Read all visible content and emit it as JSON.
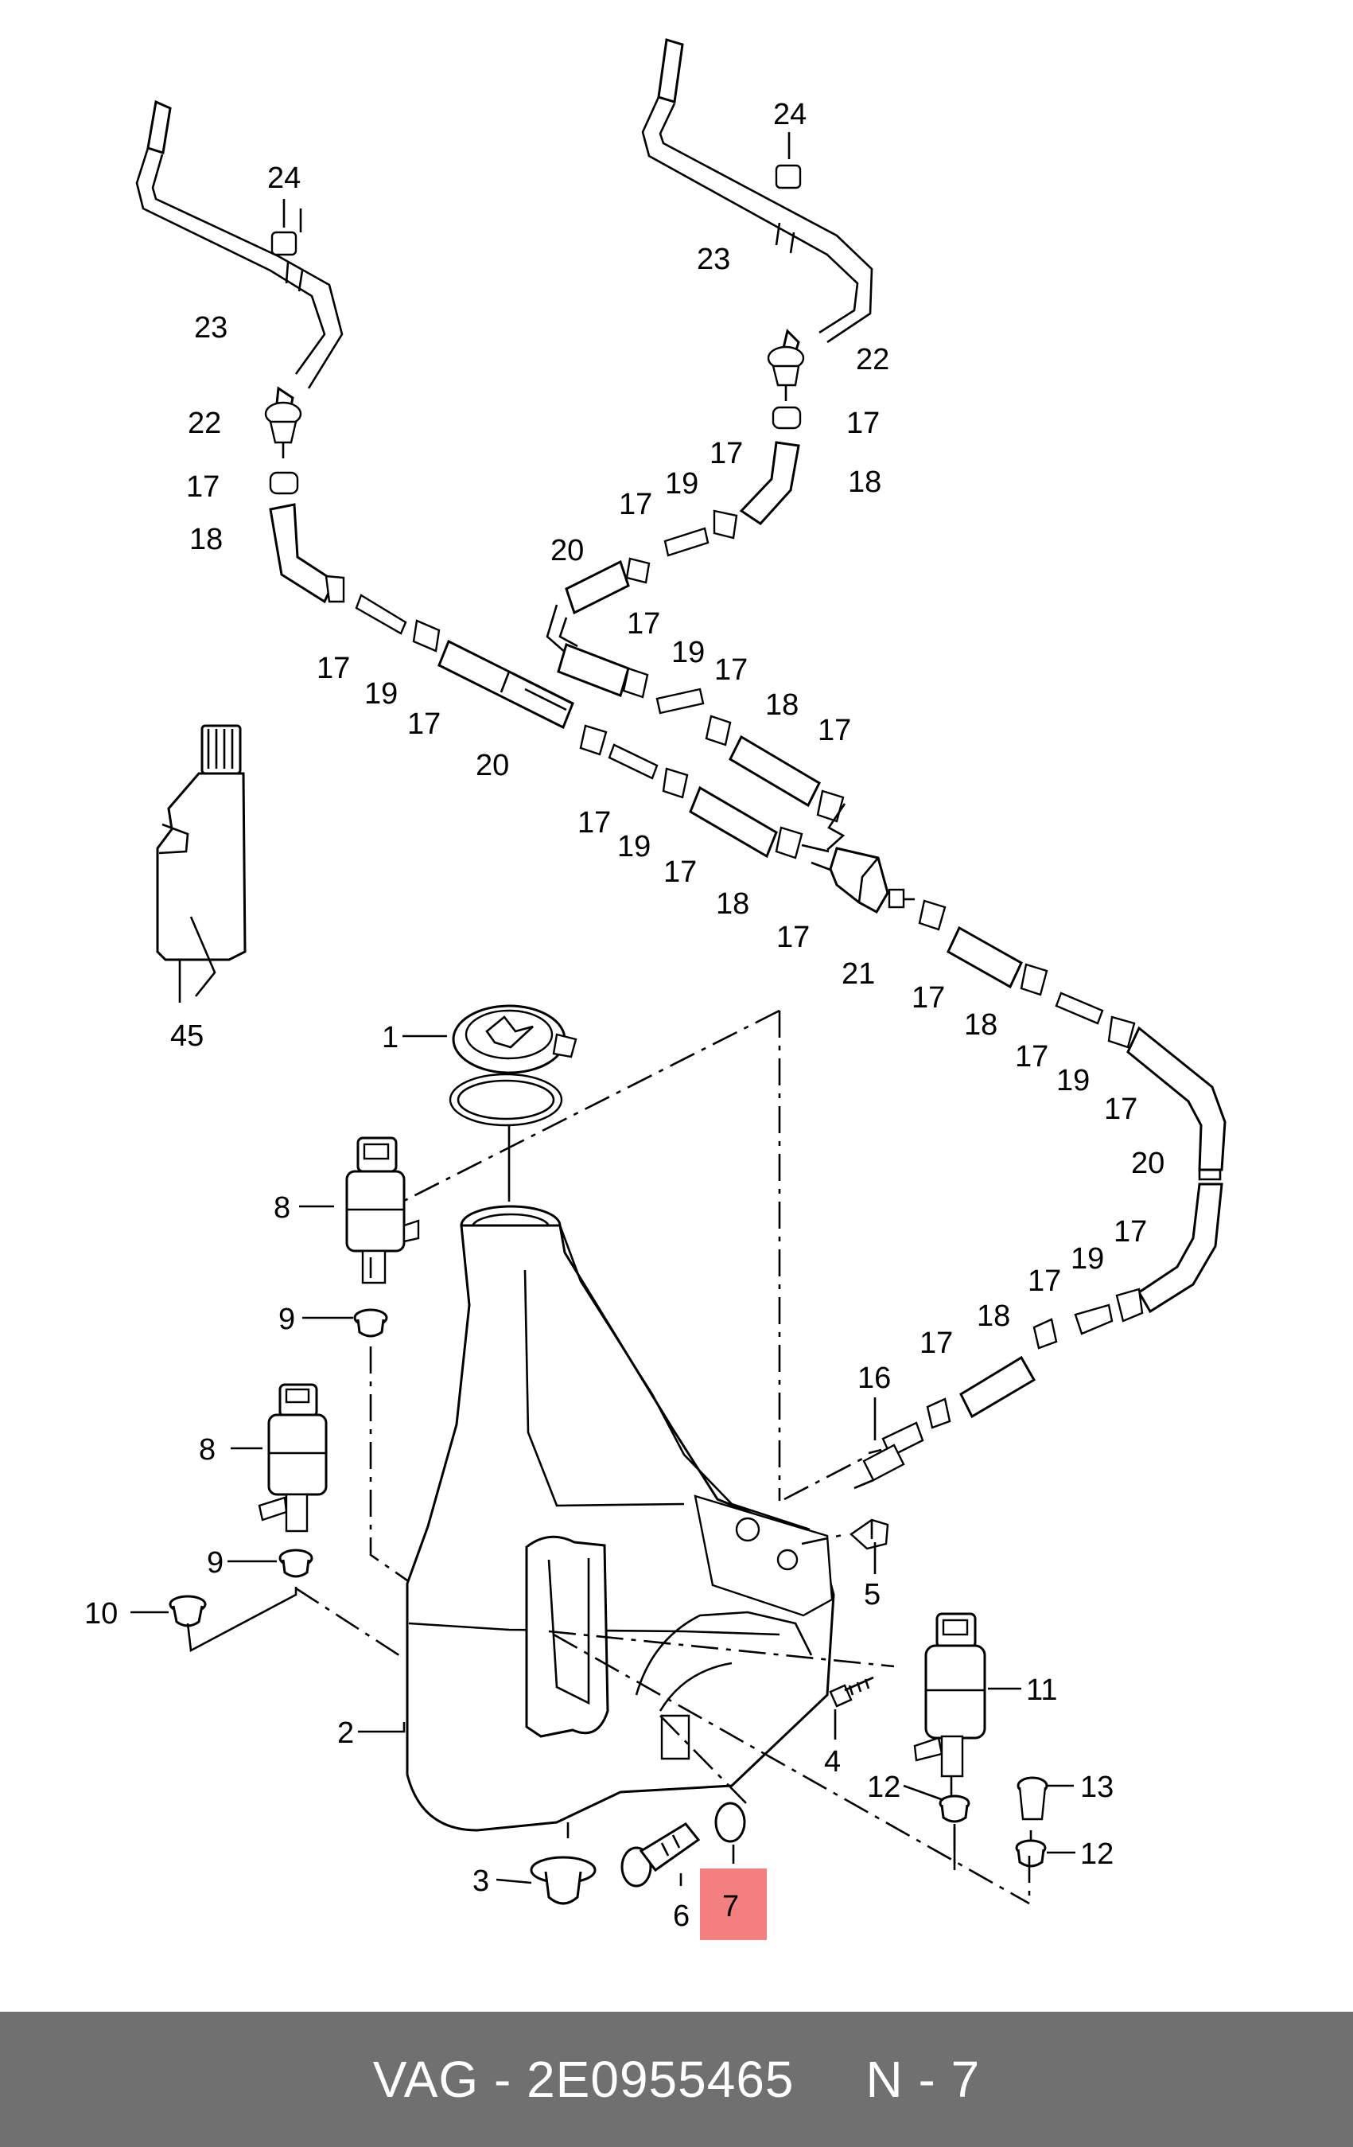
{
  "callouts": {
    "c1": "1",
    "c2": "2",
    "c3": "3",
    "c4": "4",
    "c5": "5",
    "c6": "6",
    "c7": "7",
    "c8": "8",
    "c9": "9",
    "c10": "10",
    "c11": "11",
    "c12": "12",
    "c13": "13",
    "c16": "16",
    "c17": "17",
    "c18": "18",
    "c19": "19",
    "c20": "20",
    "c21": "21",
    "c22": "22",
    "c23": "23",
    "c24": "24",
    "c45": "45"
  },
  "highlight": {
    "label": "7",
    "color": "#f47f7f"
  },
  "footer": {
    "brand_part": "VAG - 2E0955465",
    "position": "N - 7",
    "background": "#707070"
  }
}
